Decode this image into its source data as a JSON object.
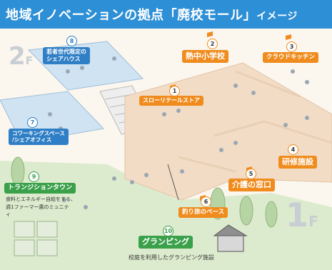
{
  "header": {
    "title": "地域イノベーションの拠点「廃校モール」",
    "suffix": "イメージ",
    "bg_color": "#2d8fd6"
  },
  "floors": {
    "upper": "2",
    "lower": "1",
    "suffix": "F"
  },
  "colors": {
    "orange": "#f08c1e",
    "blue": "#2f7fc6",
    "green": "#3aa04a",
    "floor": "#f3dcc5",
    "grass": "#d7ebc6"
  },
  "labels": [
    {
      "id": "1",
      "text": "スローリテールストア",
      "color": "orange"
    },
    {
      "id": "2",
      "text": "熱中小学校",
      "color": "orange"
    },
    {
      "id": "3",
      "text": "クラウドキッチン",
      "color": "orange"
    },
    {
      "id": "4",
      "text": "研修施設",
      "color": "orange"
    },
    {
      "id": "5",
      "text": "介護の窓口",
      "color": "orange"
    },
    {
      "id": "6",
      "text": "釣り旅のベース",
      "color": "orange"
    },
    {
      "id": "7",
      "text_line1": "コワーキングスペース",
      "text_line2": "/シェアオフィス",
      "color": "blue"
    },
    {
      "id": "8",
      "text_line1": "若者世代限定の",
      "text_line2": "シェアハウス",
      "color": "blue"
    },
    {
      "id": "9",
      "text": "トランジションタウン",
      "desc_line1": "食料とエネルギー自給をする、",
      "desc_line2": "週1ファーマー農のミュニテ",
      "desc_line3": "ィ",
      "color": "green"
    },
    {
      "id": "10",
      "text": "グランピング",
      "desc": "校庭を利用したグランピング施設",
      "color": "green"
    }
  ],
  "icons": [
    "person-icon",
    "tree-icon",
    "house-icon",
    "stairs-icon",
    "flag-icon"
  ]
}
